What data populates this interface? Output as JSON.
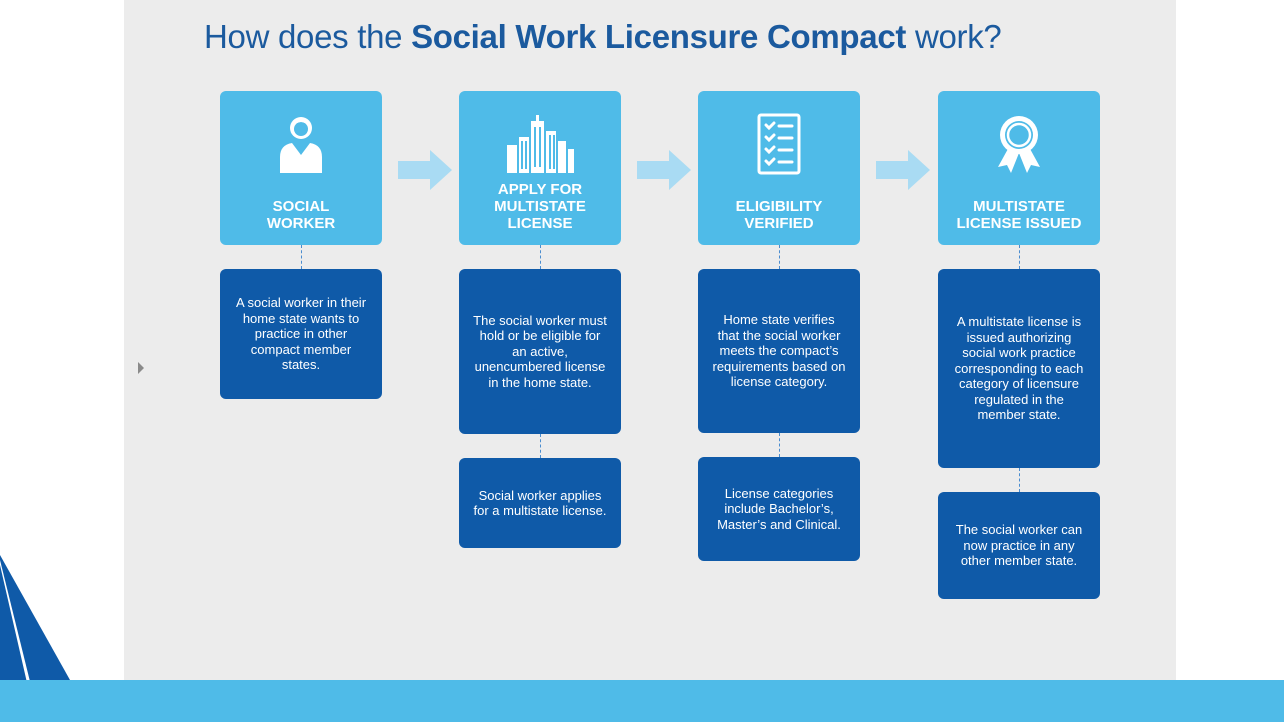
{
  "title": {
    "prefix": "How does the ",
    "bold": "Social Work Licensure Compact",
    "suffix": " work?"
  },
  "steps": [
    {
      "icon": "person-icon",
      "title": "SOCIAL\nWORKER",
      "details": [
        "A social worker in their home state wants to practice in other compact member states."
      ]
    },
    {
      "icon": "buildings-icon",
      "title": "APPLY FOR\nMULTISTATE\nLICENSE",
      "details": [
        "The social worker must hold or be eligible for an active, unencumbered license in the home state.",
        "Social worker applies for a multistate license."
      ]
    },
    {
      "icon": "checklist-icon",
      "title": "ELIGIBILITY\nVERIFIED",
      "details": [
        "Home state verifies that the social worker meets the compact’s requirements based on license category.",
        "License categories include Bachelor’s, Master’s and Clinical."
      ]
    },
    {
      "icon": "award-ribbon-icon",
      "title": "MULTISTATE\nLICENSE ISSUED",
      "details": [
        "A multistate license is issued authorizing social work practice corresponding to each category of licensure regulated in the member state.",
        "The social worker can now practice in any other member state."
      ]
    }
  ],
  "colors": {
    "step_box": "#4fbbe8",
    "detail_box": "#0f5aa8",
    "arrow": "#a9dbf3",
    "title": "#1b5a9e",
    "bottom_bar": "#4fbbe8"
  }
}
